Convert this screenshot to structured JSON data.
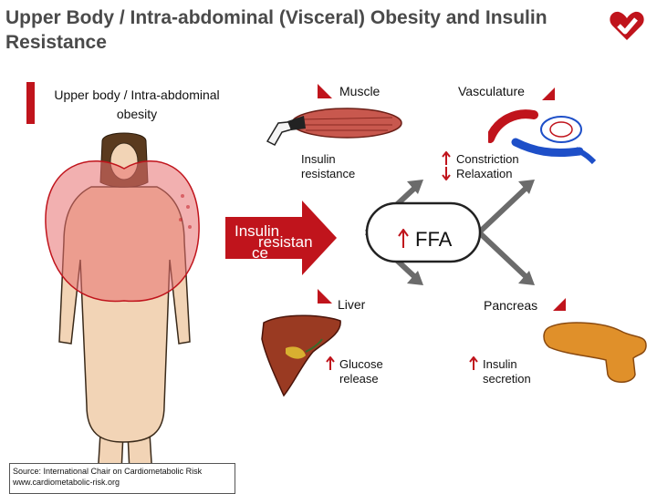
{
  "title": "Upper Body / Intra-abdominal (Visceral) Obesity and Insulin Resistance",
  "obesity_label": "Upper body / Intra-abdominal obesity",
  "muscle": {
    "label": "Muscle",
    "effect": "Insulin resistance"
  },
  "vasculature": {
    "label": "Vasculature",
    "effect_up": "Constriction",
    "effect_down": "Relaxation"
  },
  "center_arrow": {
    "line1": "Insulin",
    "line2": "resistan",
    "line3": "ce"
  },
  "ffa": {
    "label": "FFA"
  },
  "liver": {
    "label": "Liver",
    "effect": "Glucose release"
  },
  "pancreas": {
    "label": "Pancreas",
    "effect": "Insulin secretion"
  },
  "source": {
    "line1": "Source: International Chair on Cardiometabolic Risk",
    "line2": "www.cardiometabolic-risk.org"
  },
  "colors": {
    "accent": "#c0141c",
    "title": "#4a4a4a",
    "diamond_arrow": "#6b6b6b"
  }
}
